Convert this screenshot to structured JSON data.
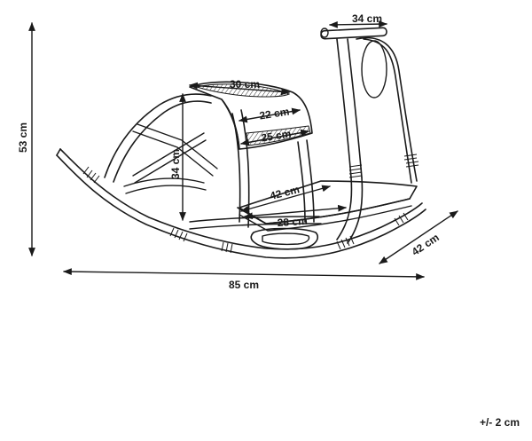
{
  "dimensions": {
    "height_total": "53 cm",
    "length_total": "85 cm",
    "depth": "42 cm",
    "handle_width": "34 cm",
    "seat_top_length": "30 cm",
    "seat_inner_width": "22 cm",
    "seat_lower_width": "25 cm",
    "seat_height": "34 cm",
    "footrest_length": "42 cm",
    "footrest_inner_length": "28 cm"
  },
  "tolerance": "+/- 2 cm",
  "colors": {
    "line": "#1a1a1a",
    "background": "#ffffff"
  }
}
